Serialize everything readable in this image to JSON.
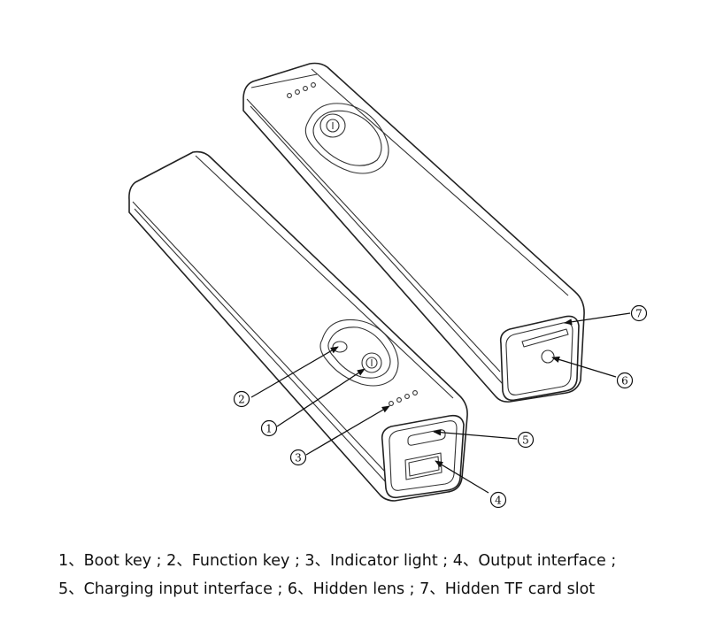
{
  "callouts": [
    "1",
    "2",
    "3",
    "4",
    "5",
    "6",
    "7"
  ],
  "caption": {
    "line1": "1、Boot key ; 2、Function key ; 3、Indicator light ; 4、Output interface ;",
    "line2": "5、Charging input interface ; 6、Hidden lens ; 7、Hidden TF card slot"
  }
}
